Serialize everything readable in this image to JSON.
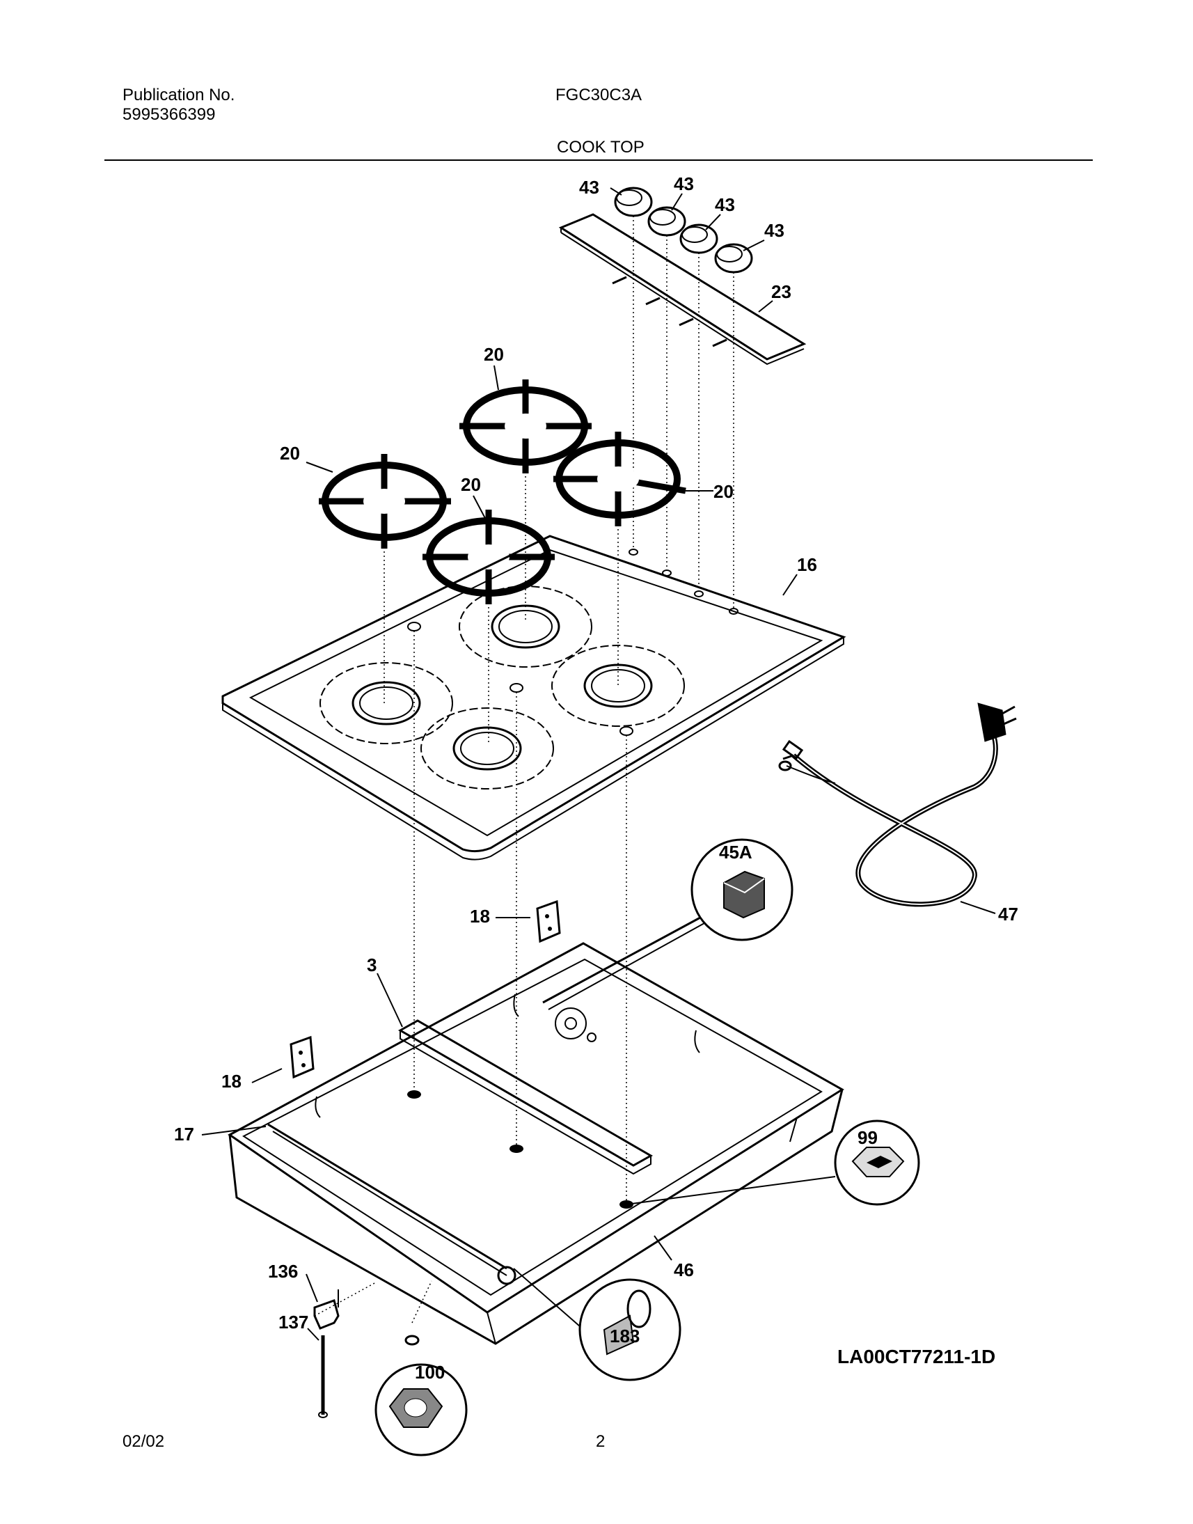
{
  "header": {
    "publication_label": "Publication No.",
    "publication_number": "5995366399",
    "model": "FGC30C3A",
    "section_title": "COOK TOP"
  },
  "footer": {
    "date": "02/02",
    "page": "2"
  },
  "diagram": {
    "drawing_id": "LA00CT77211-1D",
    "callouts": {
      "knob1": "43",
      "knob2": "43",
      "knob3": "43",
      "knob4": "43",
      "panel": "23",
      "grate_top": "20",
      "grate_left": "20",
      "grate_mid": "20",
      "grate_right": "20",
      "cooktop": "16",
      "bracket_center": "18",
      "bracket_left": "18",
      "rail": "3",
      "cord": "47",
      "terminal": "45A",
      "frame": "17",
      "grommet": "99",
      "box": "46",
      "clip": "136",
      "screw": "137",
      "bolt": "183",
      "nut": "100"
    }
  }
}
